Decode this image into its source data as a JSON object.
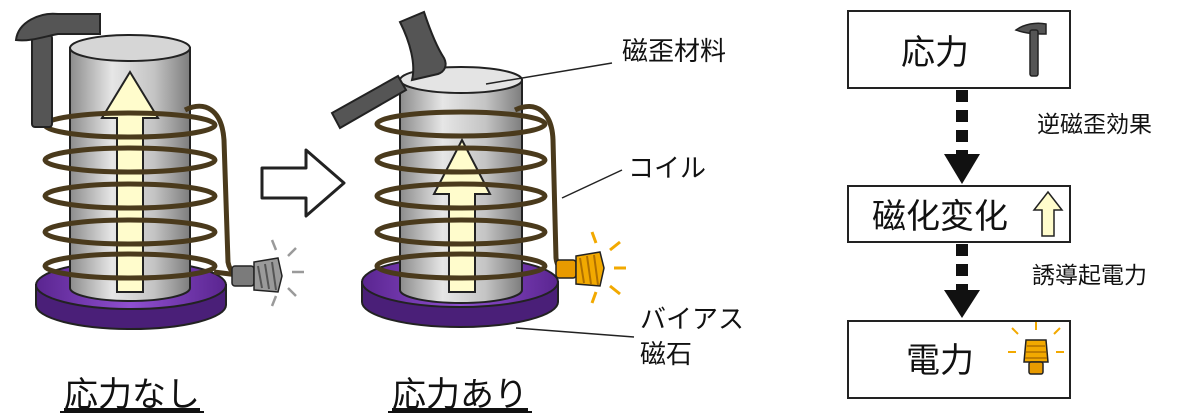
{
  "labels": {
    "magnetostrictive_material": "磁歪材料",
    "coil": "コイル",
    "bias_magnet_line1": "バイアス",
    "bias_magnet_line2": "磁石"
  },
  "captions": {
    "no_stress": "応力なし",
    "with_stress": "応力あり"
  },
  "flow": {
    "stress": "応力",
    "inverse_magnetostrictive_effect": "逆磁歪効果",
    "magnetization_change": "磁化変化",
    "induced_emf": "誘導起電力",
    "power": "電力"
  },
  "colors": {
    "magnet_purple": "#7a3bb5",
    "cylinder_gray": "#b8b8b8",
    "coil_brown": "#4a3a1c",
    "arrow_cream": "#fffccc",
    "bulb_on": "#f2a900",
    "bulb_off": "#8a8a8a",
    "hammer": "#555555"
  }
}
